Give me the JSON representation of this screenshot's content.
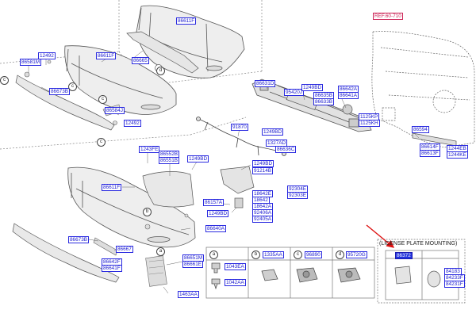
{
  "reference": "REF.60-710",
  "license_plate_title": "(LICENSE PLATE MOUNTING)",
  "parts": {
    "p86611F_top": "86611F",
    "p86665": "86665",
    "p12492_a": "12492",
    "p86581M": "86581M",
    "p86611F_mid": "86611F",
    "p86673B_top": "86673B",
    "p86584J": "86584J",
    "p12492_b": "12492",
    "p86631D": "86631D",
    "p95420J": "95420J",
    "p1249BD_a": "1249BD",
    "p86635B": "86635B",
    "p86633B": "86633B",
    "p86642A_top": "86642A",
    "p86641A_top": "86641A",
    "p1125KP": "1125KP",
    "p1125KH": "1125KH",
    "p91870": "91870",
    "p1249BD_b": "1249BD",
    "p1327AD": "1327AD",
    "p86636C": "86636C",
    "p86594": "86594",
    "p86614F": "86614F",
    "p86613F": "86613F",
    "p1244EB": "1244EB",
    "p1244KE": "1244KE",
    "p1243FE": "1243FE",
    "p86552B": "86552B",
    "p86551B": "86551B",
    "p1249BD_c": "1249BD",
    "p1249BD_d": "1249BD",
    "p91214B": "91214B",
    "p86611F_low": "86611F",
    "p18642E": "18642E",
    "p18642": "18642",
    "p18642A": "18642A",
    "p92304E": "92304E",
    "p92303E": "92303E",
    "p92406A": "92406A",
    "p92405A": "92405A",
    "p86157A": "86157A",
    "p1249BD_e": "1249BD",
    "p86640A": "86640A",
    "p86673B_low": "86673B",
    "p86667": "86667",
    "p86642F": "86642F",
    "p86641F": "86641F",
    "p86651M": "86651M",
    "p86661E": "86661E",
    "p1463AA": "1463AA",
    "p1043EA": "1043EA",
    "p1042AA": "1042AA",
    "p1335AA": "1335AA",
    "p96890": "96890",
    "p95720G": "95720G",
    "p86372": "86372",
    "p84183": "84183",
    "p84233F": "84233F",
    "p84231F": "84231F"
  },
  "callouts": {
    "a": "a",
    "b": "b",
    "c": "c",
    "d": "d"
  },
  "colors": {
    "part_label": "#1a1ad0",
    "highlight": "#2233dd",
    "reference": "#cc2255",
    "arrow": "#dd1111"
  }
}
